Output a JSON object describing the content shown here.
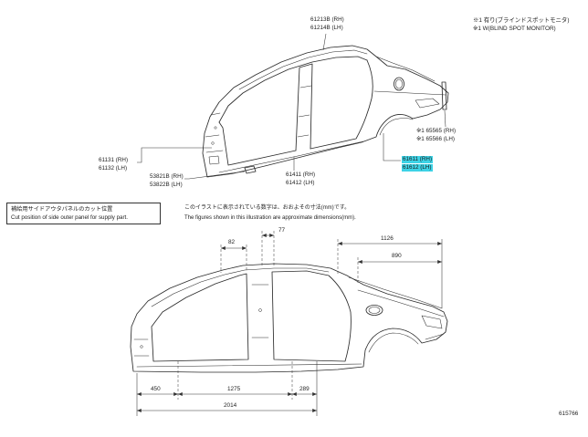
{
  "notes": [
    "※1 有り(ブラインドスポットモニタ)",
    "※1 W(BLIND SPOT MONITOR)"
  ],
  "parts": {
    "p61213B": {
      "rh": "61213B (RH)",
      "lh": "61214B (LH)"
    },
    "p61131": {
      "rh": "61131 (RH)",
      "lh": "61132 (LH)"
    },
    "p53821B": {
      "rh": "53821B (RH)",
      "lh": "53822B (LH)"
    },
    "p61411": {
      "rh": "61411 (RH)",
      "lh": "61412 (LH)"
    },
    "p65565": {
      "rh": "※1 65565 (RH)",
      "lh": "※1 65566 (LH)"
    },
    "p61611": {
      "rh": "61611 (RH)",
      "lh": "61612 (LH)"
    }
  },
  "cut_note": {
    "ja": "補給用サイドアウタパネルのカット位置",
    "en": "Cut position of side outer panel for supply part."
  },
  "dimension_note": {
    "ja": "このイラストに表示されている数字は、おおよその寸法(mm)です。",
    "en": "The figures shown in this illustration are approximate dimensions(mm)."
  },
  "dimensions": {
    "d82": "82",
    "d77": "77",
    "d1126": "1126",
    "d890": "890",
    "d450": "450",
    "d1275": "1275",
    "d289": "289",
    "d2014": "2014"
  },
  "figure_id": "615766",
  "colors": {
    "highlight": "#3dd3e6",
    "line": "#2b2b2b"
  }
}
